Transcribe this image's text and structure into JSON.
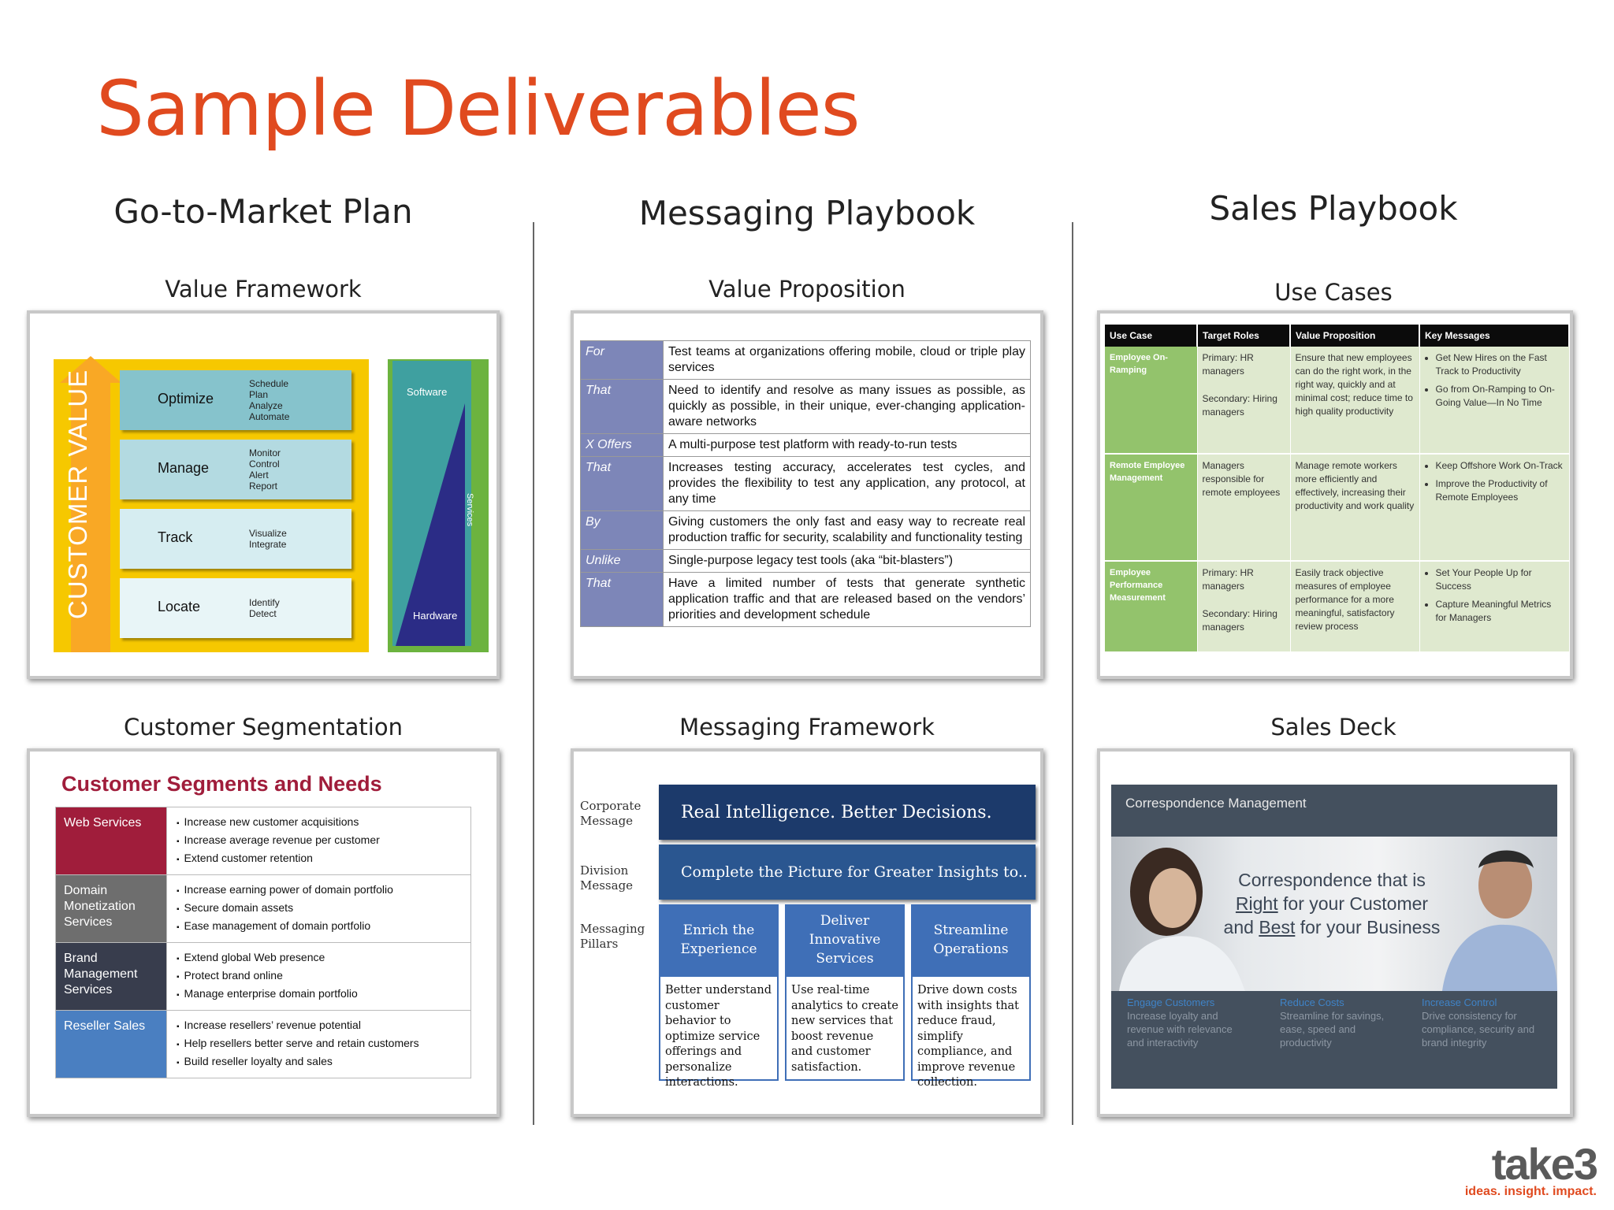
{
  "page": {
    "title": "Sample Deliverables"
  },
  "columns": [
    {
      "heading": "Go-to-Market Plan"
    },
    {
      "heading": "Messaging Playbook"
    },
    {
      "heading": "Sales Playbook"
    }
  ],
  "sections": {
    "value_framework": "Value Framework",
    "value_proposition": "Value Proposition",
    "use_cases": "Use Cases",
    "customer_segmentation": "Customer Segmentation",
    "messaging_framework": "Messaging Framework",
    "sales_deck": "Sales Deck"
  },
  "value_framework": {
    "axis_label": "CUSTOMER VALUE",
    "rows": [
      {
        "label": "Optimize",
        "items": [
          "Schedule",
          "Plan",
          "Analyze",
          "Automate"
        ],
        "color": "#86c3cc"
      },
      {
        "label": "Manage",
        "items": [
          "Monitor",
          "Control",
          "Alert",
          "Report"
        ],
        "color": "#b3dae1"
      },
      {
        "label": "Track",
        "items": [
          "Visualize",
          "Integrate"
        ],
        "color": "#d6edf1"
      },
      {
        "label": "Locate",
        "items": [
          "Identify",
          "Detect"
        ],
        "color": "#e8f5f7"
      }
    ],
    "software": "Software",
    "hardware": "Hardware",
    "services": "Services"
  },
  "value_proposition": {
    "rows": [
      {
        "key": "For",
        "value": "Test teams at organizations offering mobile, cloud or triple play services"
      },
      {
        "key": "That",
        "value": "Need to identify and resolve as many issues as possible, as quickly as possible, in their unique, ever-changing application-aware networks"
      },
      {
        "key": "X Offers",
        "value": "A multi-purpose test platform with ready-to-run tests"
      },
      {
        "key": "That",
        "value": "Increases testing accuracy, accelerates test cycles, and provides the flexibility to test any application, any protocol, at any time"
      },
      {
        "key": "By",
        "value": "Giving customers the only fast and easy way to recreate real production traffic for security, scalability and functionality testing"
      },
      {
        "key": "Unlike",
        "value": "Single-purpose legacy test tools (aka “bit-blasters”)"
      },
      {
        "key": "That",
        "value": "Have a limited number of tests that generate synthetic application traffic and that are released based on the vendors’ priorities and development schedule"
      }
    ]
  },
  "use_cases": {
    "headers": [
      "Use Case",
      "Target Roles",
      "Value Proposition",
      "Key Messages"
    ],
    "rows": [
      {
        "use_case": "Employee On-Ramping",
        "roles_1": "Primary: HR managers",
        "roles_2": "Secondary: Hiring managers",
        "value": "Ensure that new employees can do the right work, in the right way, quickly and at minimal cost; reduce time to high quality productivity",
        "messages": [
          "Get New Hires on the Fast Track to Productivity",
          "Go from On-Ramping to On-Going Value—In No Time"
        ]
      },
      {
        "use_case": "Remote Employee Management",
        "roles_1": "Managers responsible for remote employees",
        "roles_2": "",
        "value": "Manage remote workers more efficiently and effectively, increasing their productivity and work quality",
        "messages": [
          "Keep Offshore Work On-Track",
          "Improve the Productivity of Remote Employees"
        ]
      },
      {
        "use_case": "Employee Performance Measurement",
        "roles_1": "Primary: HR managers",
        "roles_2": "Secondary: Hiring managers",
        "value": "Easily track objective measures of employee performance for a more meaningful, satisfactory review process",
        "messages": [
          "Set Your People Up for Success",
          "Capture Meaningful Metrics for Managers"
        ]
      }
    ]
  },
  "customer_segmentation": {
    "title": "Customer Segments and Needs",
    "segments": [
      {
        "name": "Web Services",
        "color": "#a01d3b",
        "needs": [
          "Increase new customer acquisitions",
          "Increase average revenue per customer",
          "Extend customer retention"
        ]
      },
      {
        "name": "Domain Monetization Services",
        "color": "#6e6e6e",
        "needs": [
          "Increase earning power of domain portfolio",
          "Secure domain assets",
          "Ease management of domain portfolio"
        ]
      },
      {
        "name": "Brand Management Services",
        "color": "#383d4d",
        "needs": [
          "Extend global Web presence",
          "Protect brand online",
          "Manage enterprise domain portfolio"
        ]
      },
      {
        "name": "Reseller Sales",
        "color": "#4a7fc1",
        "needs": [
          "Increase resellers’ revenue potential",
          "Help resellers better serve and retain customers",
          "Build reseller loyalty and sales"
        ]
      }
    ]
  },
  "messaging_framework": {
    "labels": [
      "Corporate Message",
      "Division Message",
      "Messaging Pillars"
    ],
    "corporate": "Real Intelligence. Better Decisions.",
    "division": "Complete the Picture for Greater Insights to..",
    "pillars": [
      {
        "title": "Enrich the Experience",
        "desc": "Better understand customer behavior to optimize service offerings and personalize interactions."
      },
      {
        "title": "Deliver Innovative Services",
        "desc": "Use real-time analytics to create new services that boost revenue and customer satisfaction."
      },
      {
        "title": "Streamline Operations",
        "desc": "Drive down costs with insights that reduce fraud, simplify compliance, and improve revenue collection."
      }
    ]
  },
  "sales_deck": {
    "header": "Correspondence Management",
    "headline_1": "Correspondence that is",
    "headline_2a": "Right",
    "headline_2b": " for your Customer",
    "headline_3a": "and ",
    "headline_3b": "Best",
    "headline_3c": " for your Business",
    "columns": [
      {
        "title": "Engage Customers",
        "text": "Increase loyalty and revenue with relevance and interactivity"
      },
      {
        "title": "Reduce Costs",
        "text": "Streamline for savings, ease, speed and productivity"
      },
      {
        "title": "Increase Control",
        "text": "Drive consistency for compliance, security and brand integrity"
      }
    ]
  },
  "logo": {
    "name": "take3",
    "tagline": "ideas. insight. impact."
  }
}
